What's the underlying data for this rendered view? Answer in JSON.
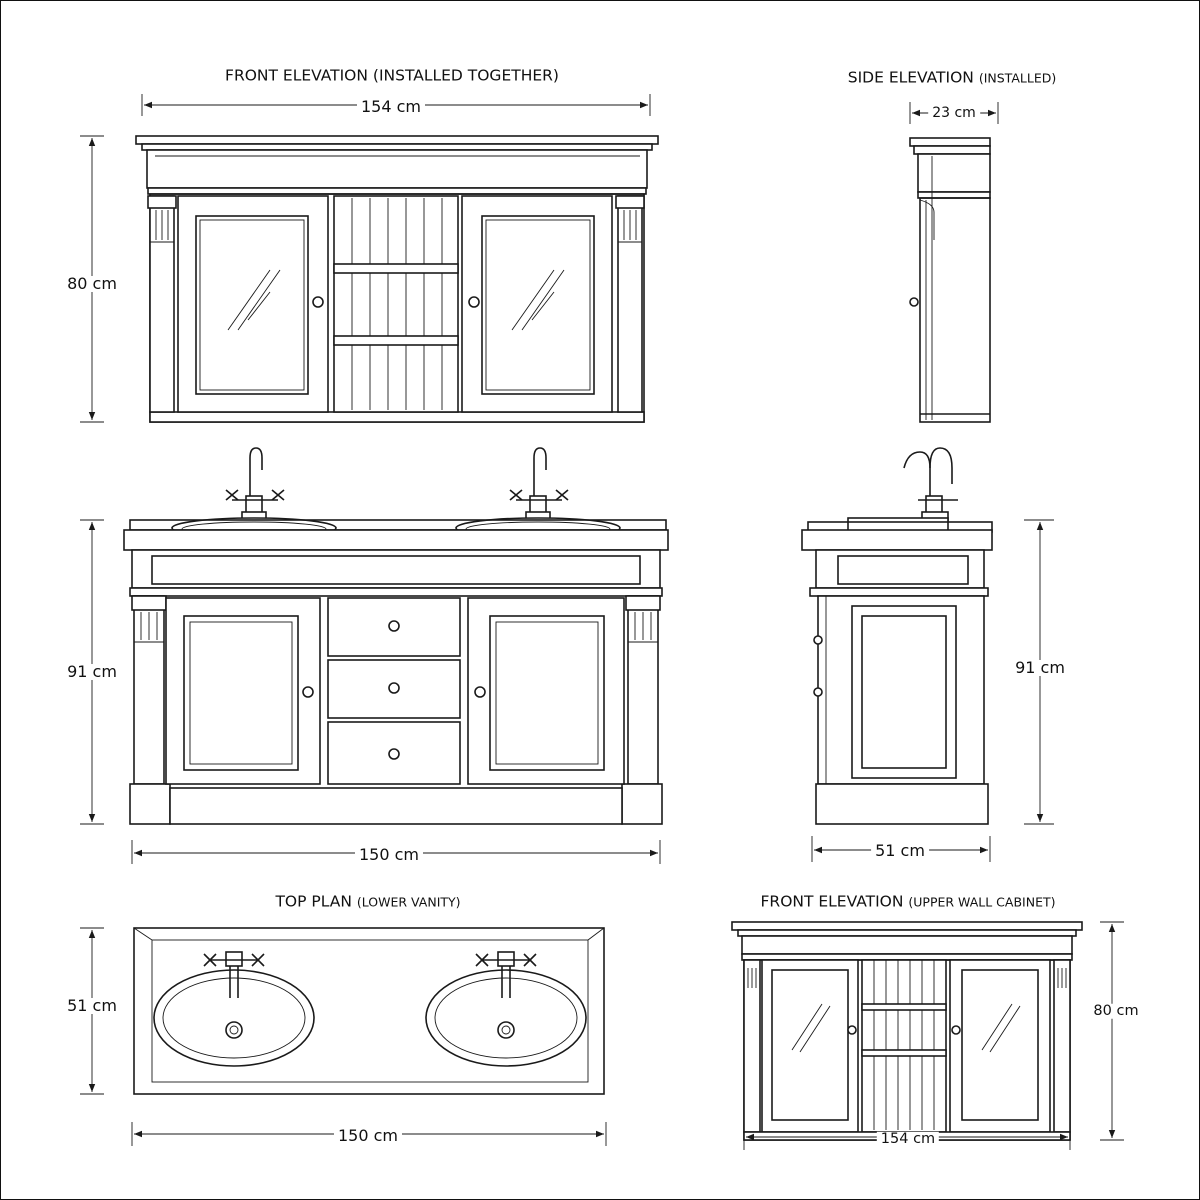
{
  "titles": {
    "front_installed": {
      "main": "FRONT ELEVATION",
      "sub": "(INSTALLED TOGETHER)"
    },
    "side_installed": {
      "main": "SIDE ELEVATION",
      "sub": "(INSTALLED)"
    },
    "top_plan": {
      "main": "TOP PLAN",
      "sub": "(LOWER VANITY)"
    },
    "front_upper": {
      "main": "FRONT ELEVATION",
      "sub": "(UPPER WALL CABINET)"
    }
  },
  "dimensions": {
    "upper_width": "154 cm",
    "upper_height": "80 cm",
    "side_upper_depth": "23 cm",
    "vanity_height": "91 cm",
    "vanity_width": "150 cm",
    "side_vanity_height": "91 cm",
    "side_vanity_depth": "51 cm",
    "plan_depth": "51 cm",
    "plan_width": "150 cm",
    "upper_detail_height": "80 cm",
    "upper_detail_width": "154 cm"
  }
}
